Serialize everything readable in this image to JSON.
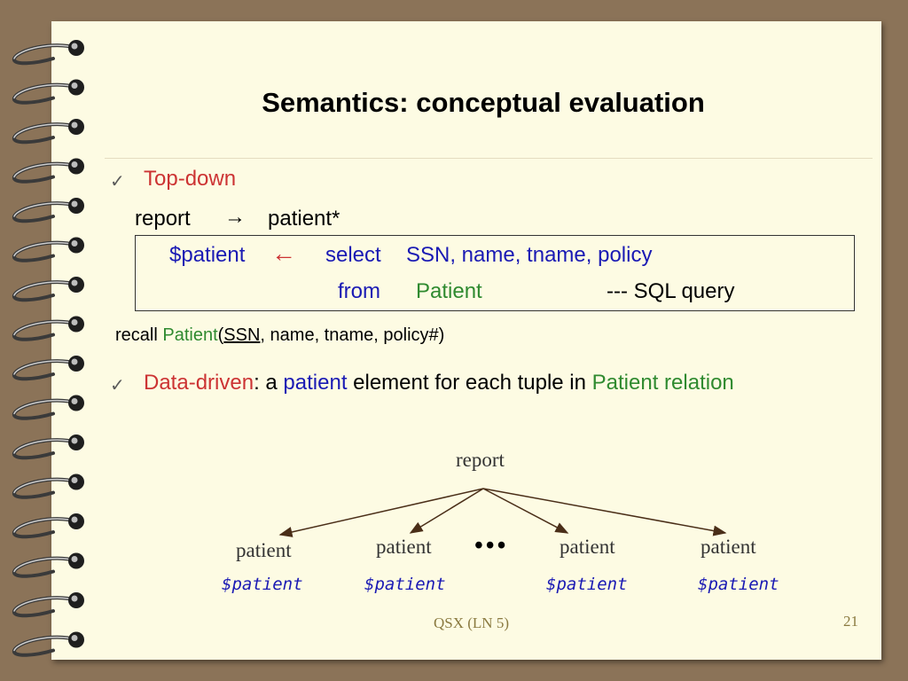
{
  "slide": {
    "title": "Semantics: conceptual evaluation",
    "bullet1": {
      "label": "Top-down"
    },
    "mapping": {
      "left": "report",
      "arrow": "→",
      "right": "patient*"
    },
    "query": {
      "var": "$patient",
      "arrow": "←",
      "select_kw": "select",
      "select_cols": "SSN, name, tname, policy",
      "from_kw": "from",
      "from_table": "Patient",
      "comment": "---  SQL query"
    },
    "recall": {
      "prefix": "recall",
      "table": "Patient",
      "open": "(",
      "key": "SSN",
      "rest": ",  name, tname,  policy#)"
    },
    "bullet2": {
      "label": "Data-driven",
      "t1": ": a",
      "element": "patient",
      "t2": "element for each tuple in",
      "relation": "Patient relation"
    },
    "tree": {
      "root": "report",
      "ellipsis": "• • •",
      "children": [
        {
          "label": "patient",
          "var": "$patient"
        },
        {
          "label": "patient",
          "var": "$patient"
        },
        {
          "label": "patient",
          "var": "$patient"
        },
        {
          "label": "patient",
          "var": "$patient"
        }
      ]
    },
    "footer": {
      "course": "QSX  (LN 5)",
      "page": "21"
    }
  },
  "colors": {
    "accent_red": "#cc3333",
    "accent_blue": "#1a1ab4",
    "accent_green": "#2f8a2f",
    "paper": "#fdfbe3",
    "background": "#8b7358"
  }
}
